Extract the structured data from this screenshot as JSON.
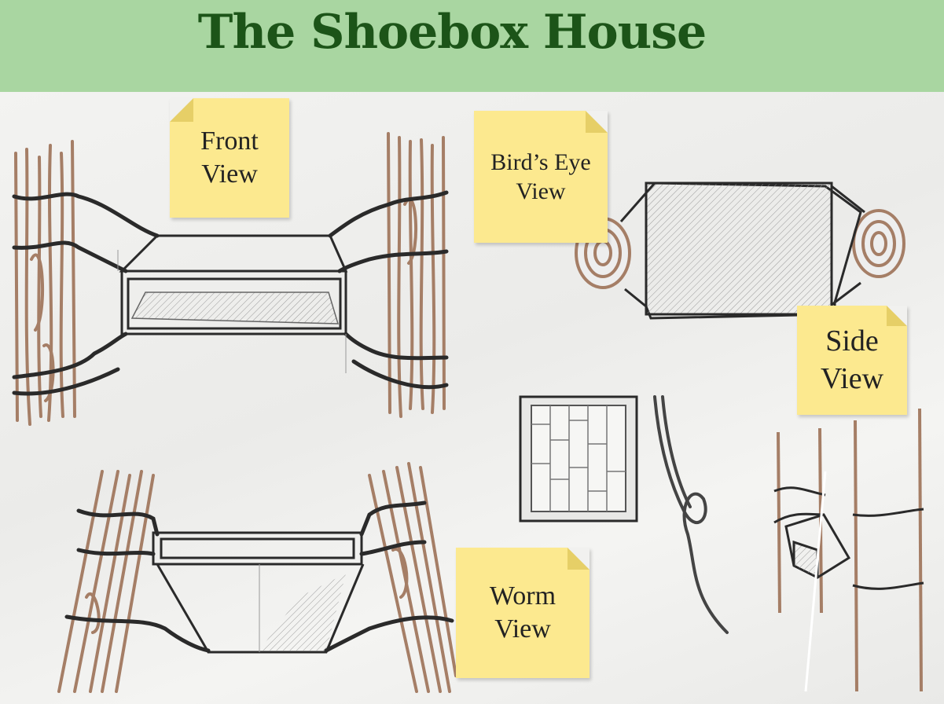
{
  "title": "The Shoebox House",
  "notes": {
    "front": {
      "line1": "Front",
      "line2": "View"
    },
    "birds_eye": {
      "line1": "Bird’s Eye",
      "line2": "View"
    },
    "side": {
      "line1": "Side",
      "line2": "View"
    },
    "worm": {
      "line1": "Worm",
      "line2": "View"
    }
  },
  "colors": {
    "banner": "#a9d6a1",
    "title": "#1c5418",
    "note": "#fce98f",
    "bark": "#a57e66",
    "ink": "#2a2a2a"
  }
}
